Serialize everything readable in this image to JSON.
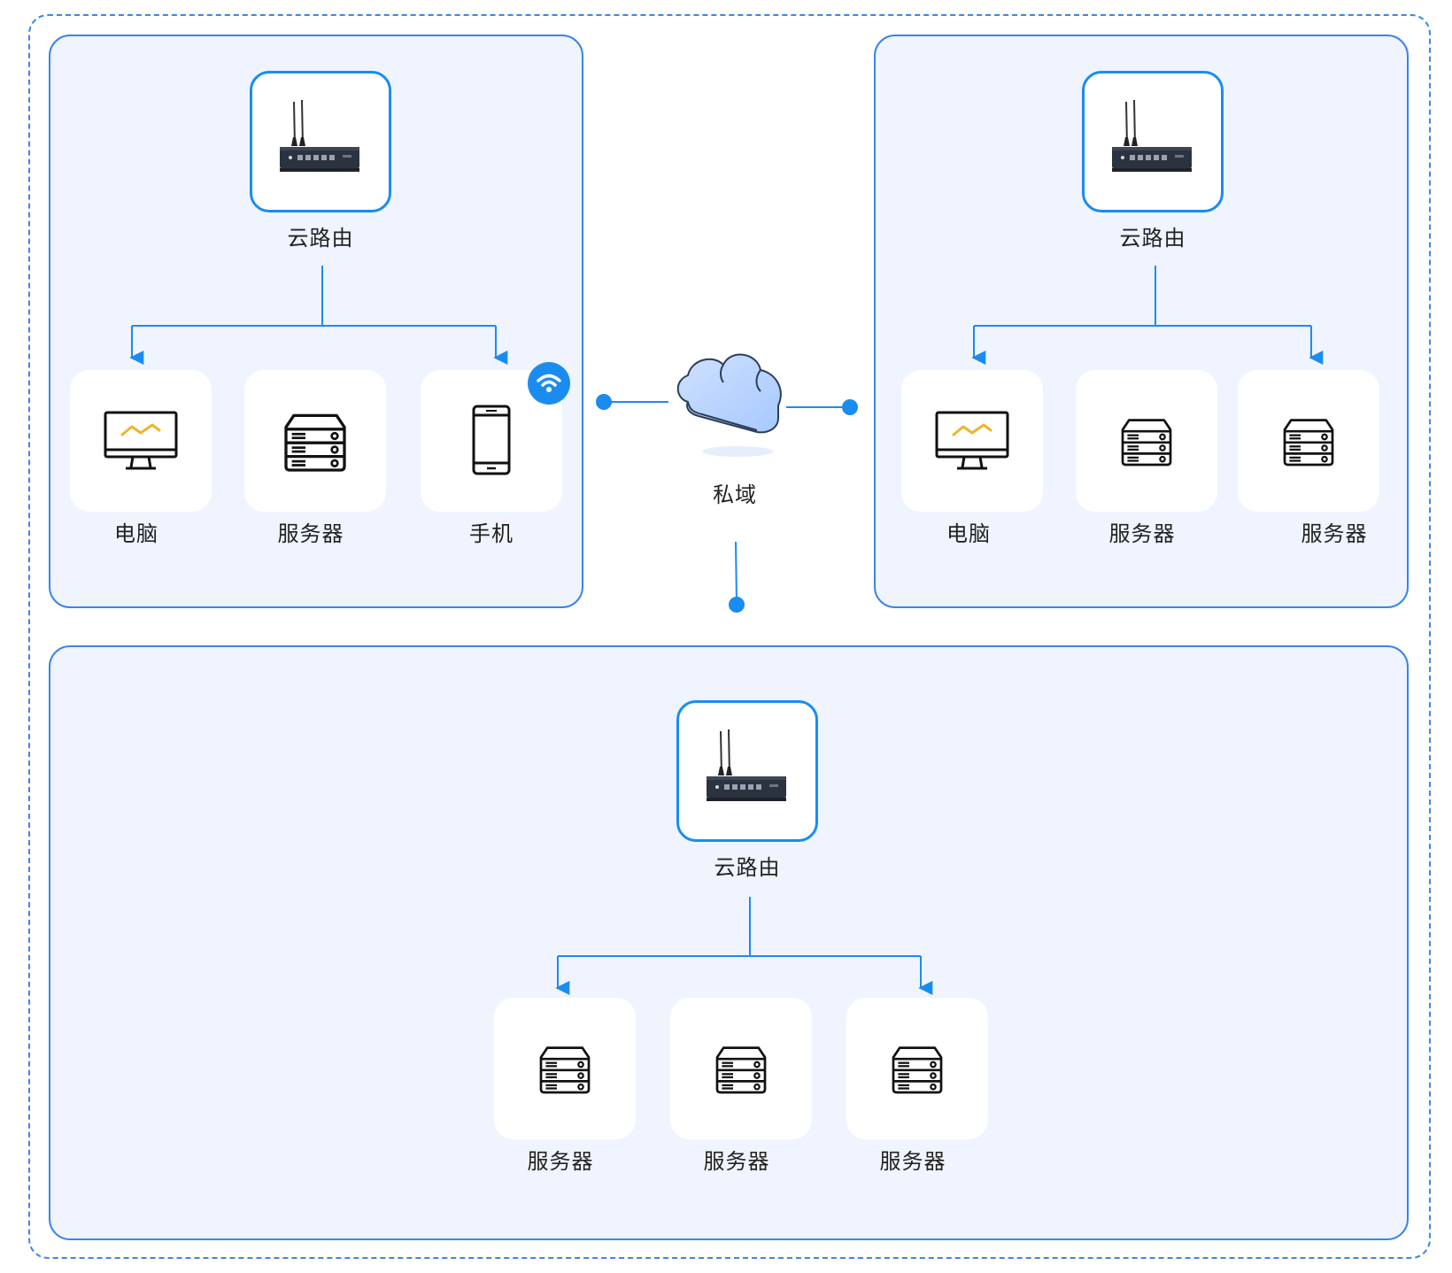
{
  "center": {
    "label": "私域",
    "icon": "cloud-icon"
  },
  "site_a": {
    "router": {
      "label": "云路由",
      "icon": "cloud-router-icon"
    },
    "devices": [
      {
        "label": "电脑",
        "icon": "computer-monitor-icon"
      },
      {
        "label": "服务器",
        "icon": "server-icon"
      },
      {
        "label": "手机",
        "icon": "smartphone-icon",
        "badge": "wifi-icon"
      }
    ]
  },
  "site_b": {
    "router": {
      "label": "云路由",
      "icon": "cloud-router-icon"
    },
    "devices": [
      {
        "label": "电脑",
        "icon": "computer-monitor-icon"
      },
      {
        "label": "服务器",
        "icon": "server-icon"
      },
      {
        "label": "服务器",
        "icon": "server-icon"
      }
    ]
  },
  "site_c": {
    "router": {
      "label": "云路由",
      "icon": "cloud-router-icon"
    },
    "devices": [
      {
        "label": "服务器",
        "icon": "server-icon"
      },
      {
        "label": "服务器",
        "icon": "server-icon"
      },
      {
        "label": "服务器",
        "icon": "server-icon"
      }
    ]
  },
  "colors": {
    "accent": "#1a8cf0",
    "panel_bg": "#eff4fe",
    "panel_border": "#3a85e8",
    "chart_line": "#f0b429"
  }
}
